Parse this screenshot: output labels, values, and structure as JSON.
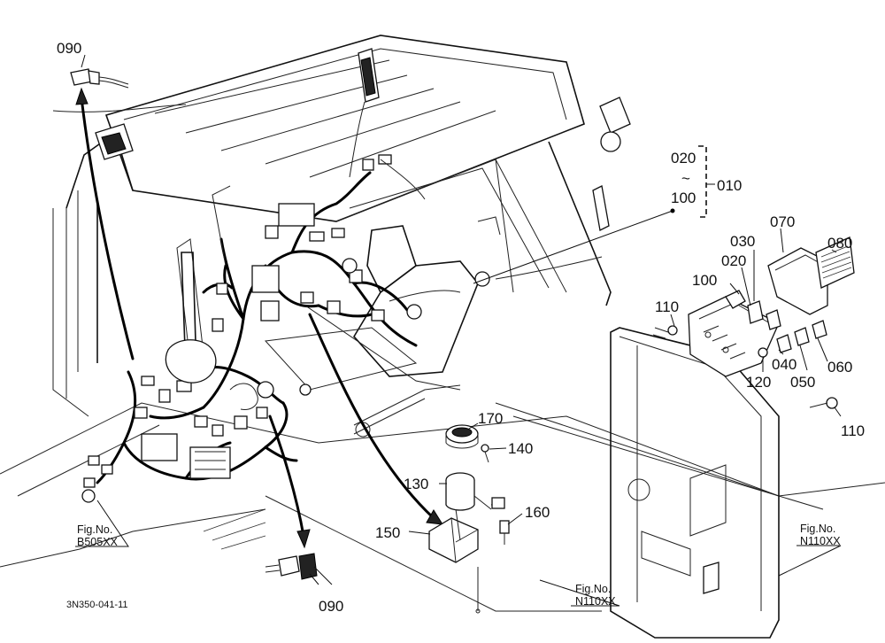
{
  "diagram": {
    "labels": {
      "p090_top": "090",
      "p090_bottom": "090",
      "p020": "020",
      "p100_range": "100",
      "tilde": "~",
      "p010": "010",
      "p030": "030",
      "p070": "070",
      "p080": "080",
      "p020b": "020",
      "p100": "100",
      "p110_left": "110",
      "p110_right": "110",
      "p120": "120",
      "p040": "040",
      "p050": "050",
      "p060": "060",
      "p170": "170",
      "p140": "140",
      "p130": "130",
      "p160": "160",
      "p150": "150"
    },
    "figure_refs": {
      "left": {
        "line1": "Fig.No.",
        "line2": "B505XX"
      },
      "center": {
        "line1": "Fig.No.",
        "line2": "N110XX"
      },
      "right": {
        "line1": "Fig.No.",
        "line2": "N110XX"
      }
    },
    "drawing_code": "3N350-041-11"
  }
}
